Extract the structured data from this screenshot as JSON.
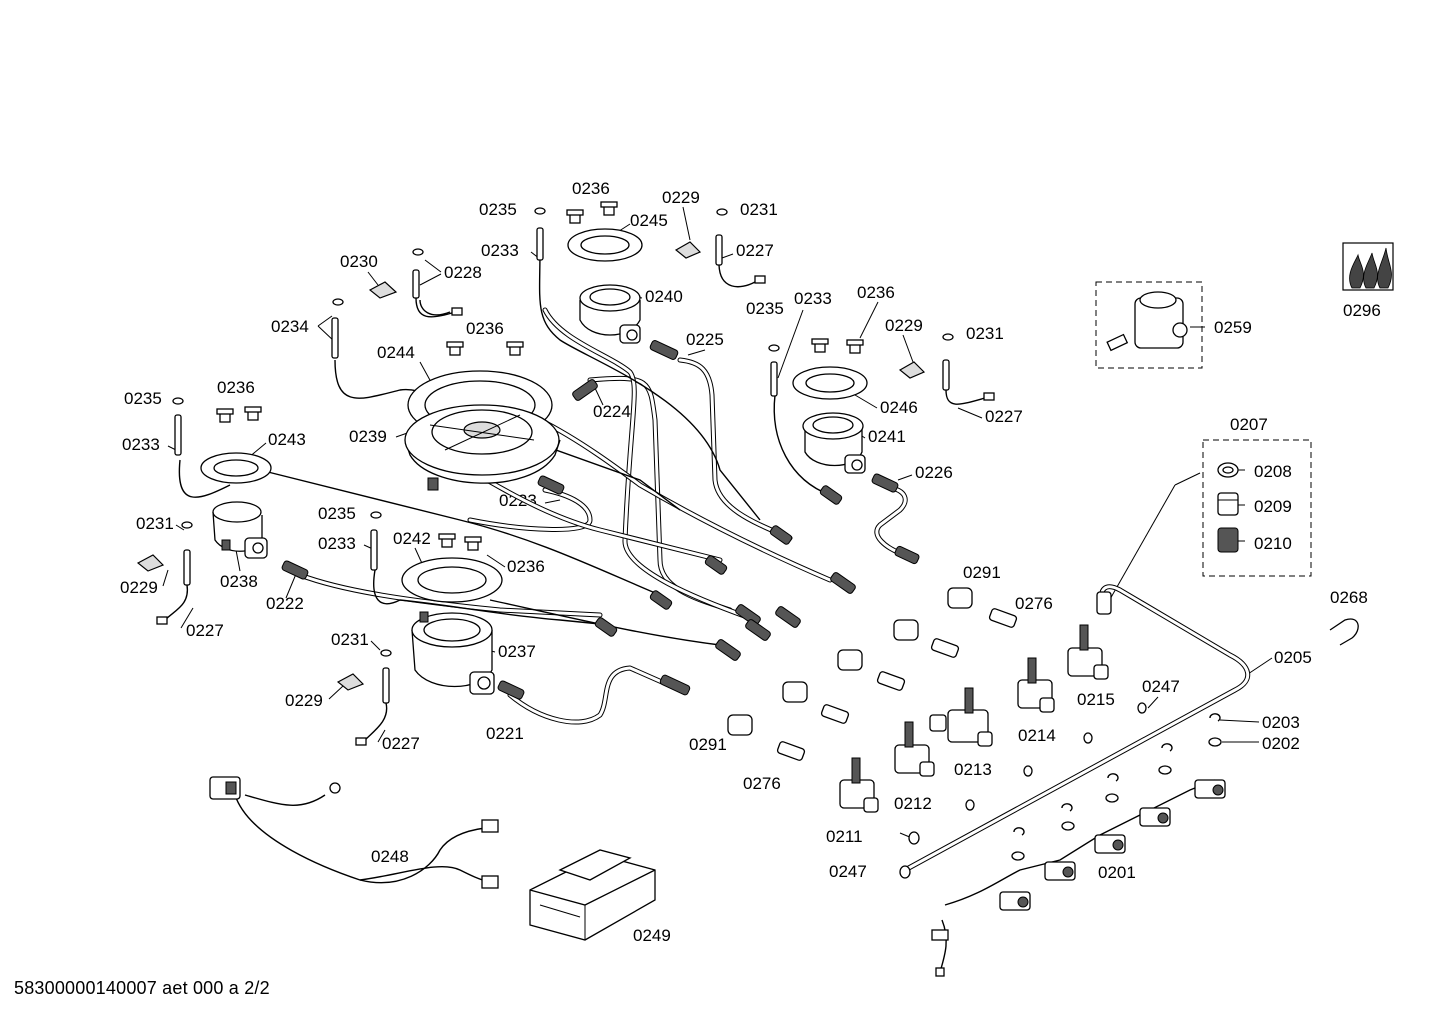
{
  "document_number": "58300000140007 aet 000 a 2/2",
  "labels": {
    "p0201": "0201",
    "p0202": "0202",
    "p0203": "0203",
    "p0205": "0205",
    "p0207": "0207",
    "p0208": "0208",
    "p0209": "0209",
    "p0210": "0210",
    "p0211": "0211",
    "p0212": "0212",
    "p0213": "0213",
    "p0214": "0214",
    "p0215": "0215",
    "p0221": "0221",
    "p0222": "0222",
    "p0223": "0223",
    "p0224": "0224",
    "p0225": "0225",
    "p0226": "0226",
    "p0227": "0227",
    "p0228": "0228",
    "p0229": "0229",
    "p0230": "0230",
    "p0231": "0231",
    "p0233": "0233",
    "p0234": "0234",
    "p0235": "0235",
    "p0236": "0236",
    "p0237": "0237",
    "p0238": "0238",
    "p0239": "0239",
    "p0240": "0240",
    "p0241": "0241",
    "p0242": "0242",
    "p0243": "0243",
    "p0244": "0244",
    "p0245": "0245",
    "p0246": "0246",
    "p0247": "0247",
    "p0248": "0248",
    "p0249": "0249",
    "p0259": "0259",
    "p0268": "0268",
    "p0276": "0276",
    "p0291": "0291",
    "p0296": "0296"
  }
}
